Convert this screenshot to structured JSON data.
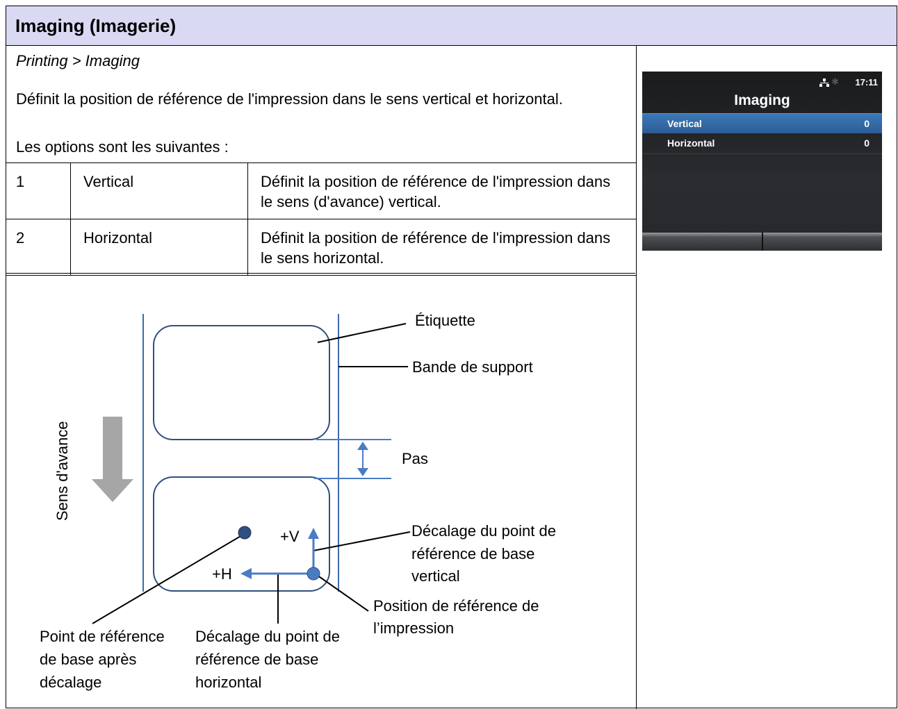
{
  "page": {
    "title": "Imaging (Imagerie)",
    "breadcrumb": "Printing > Imaging",
    "description": "Définit la position de référence de l'impression dans le sens vertical et horizontal.",
    "options_label": "Les options sont les suivantes :"
  },
  "options": [
    {
      "num": "1",
      "name": "Vertical",
      "desc": "Définit la position de référence de l'impression dans le sens (d'avance) vertical."
    },
    {
      "num": "2",
      "name": "Horizontal",
      "desc": "Définit la position de référence de l'impression dans le sens horizontal."
    }
  ],
  "screen": {
    "time": "17:11",
    "title": "Imaging",
    "rows": [
      {
        "label": "Vertical",
        "value": "0"
      },
      {
        "label": "Horizontal",
        "value": "0"
      }
    ],
    "icons": [
      "network-icon",
      "bluetooth-icon"
    ]
  },
  "diagram": {
    "label_etiquette": "Étiquette",
    "label_bande": "Bande de support",
    "label_pas": "Pas",
    "label_sens": "Sens d'avance",
    "label_plus_v": "+V",
    "label_plus_h": "+H",
    "decal_vertical": [
      "Décalage du point de",
      "référence de base",
      "vertical"
    ],
    "position_ref": [
      "Position de référence de",
      "l’impression"
    ],
    "point_ref_apres": [
      "Point de référence",
      "de base après",
      "décalage"
    ],
    "decal_horizontal": [
      "Décalage du point de",
      "référence de base",
      "horizontal"
    ],
    "colors": {
      "line": "#3d6aa8",
      "arrow_gray": "#a6a6a6",
      "dot": "#2f4f7f"
    }
  }
}
